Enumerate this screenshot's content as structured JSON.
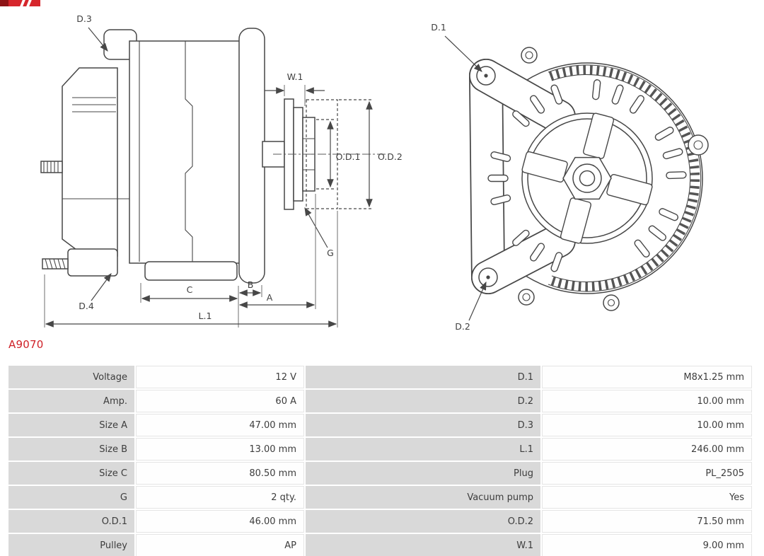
{
  "part_number": "A9070",
  "diagram": {
    "side": {
      "d3": "D.3",
      "d4": "D.4",
      "w1": "W.1",
      "od1": "O.D.1",
      "od2": "O.D.2",
      "g": "G",
      "a": "A",
      "b": "B",
      "c": "C",
      "l1": "L.1"
    },
    "front": {
      "d1": "D.1",
      "d2": "D.2"
    }
  },
  "specs": {
    "rows": [
      {
        "label_left": "Voltage",
        "value_left": "12 V",
        "label_right": "D.1",
        "value_right": "M8x1.25 mm"
      },
      {
        "label_left": "Amp.",
        "value_left": "60 A",
        "label_right": "D.2",
        "value_right": "10.00 mm"
      },
      {
        "label_left": "Size A",
        "value_left": "47.00 mm",
        "label_right": "D.3",
        "value_right": "10.00 mm"
      },
      {
        "label_left": "Size B",
        "value_left": "13.00 mm",
        "label_right": "L.1",
        "value_right": "246.00 mm"
      },
      {
        "label_left": "Size C",
        "value_left": "80.50 mm",
        "label_right": "Plug",
        "value_right": "PL_2505"
      },
      {
        "label_left": "G",
        "value_left": "2 qty.",
        "label_right": "Vacuum pump",
        "value_right": "Yes"
      },
      {
        "label_left": "O.D.1",
        "value_left": "46.00 mm",
        "label_right": "O.D.2",
        "value_right": "71.50 mm"
      },
      {
        "label_left": "Pulley",
        "value_left": "AP",
        "label_right": "W.1",
        "value_right": "9.00 mm"
      }
    ]
  },
  "colors": {
    "part_number": "#cf2128",
    "table_label_bg": "#d9d9d9",
    "table_value_bg": "#fefefe",
    "drawing_line": "#474747"
  }
}
